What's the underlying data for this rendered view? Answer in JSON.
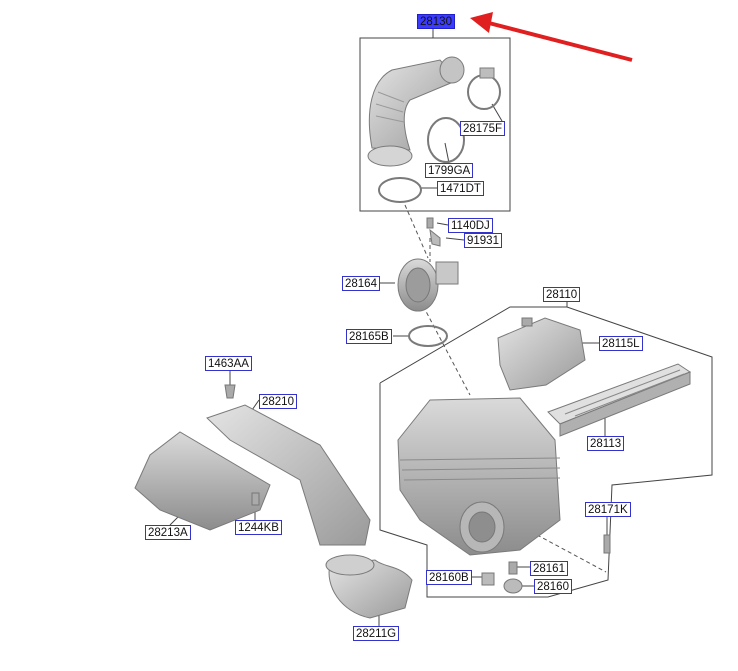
{
  "diagram": {
    "labels": {
      "l28130": "28130",
      "l28175F": "28175F",
      "l1799GA": "1799GA",
      "l1471DT": "1471DT",
      "l1140DJ": "1140DJ",
      "l91931": "91931",
      "l28164": "28164",
      "l28110": "28110",
      "l28165B": "28165B",
      "l28115L": "28115L",
      "l1463AA": "1463AA",
      "l28210": "28210",
      "l28113": "28113",
      "l28171K": "28171K",
      "l28213A": "28213A",
      "l1244KB": "1244KB",
      "l28161": "28161",
      "l28160B": "28160B",
      "l28160": "28160",
      "l28211G": "28211G"
    },
    "selected_label": "28130",
    "colors": {
      "selected_fill": "#3b3bff",
      "label_border": "#3333cc",
      "arrow": "#e02020",
      "part_fill": "#cfcfcf",
      "part_stroke": "#7a7a7a"
    }
  }
}
